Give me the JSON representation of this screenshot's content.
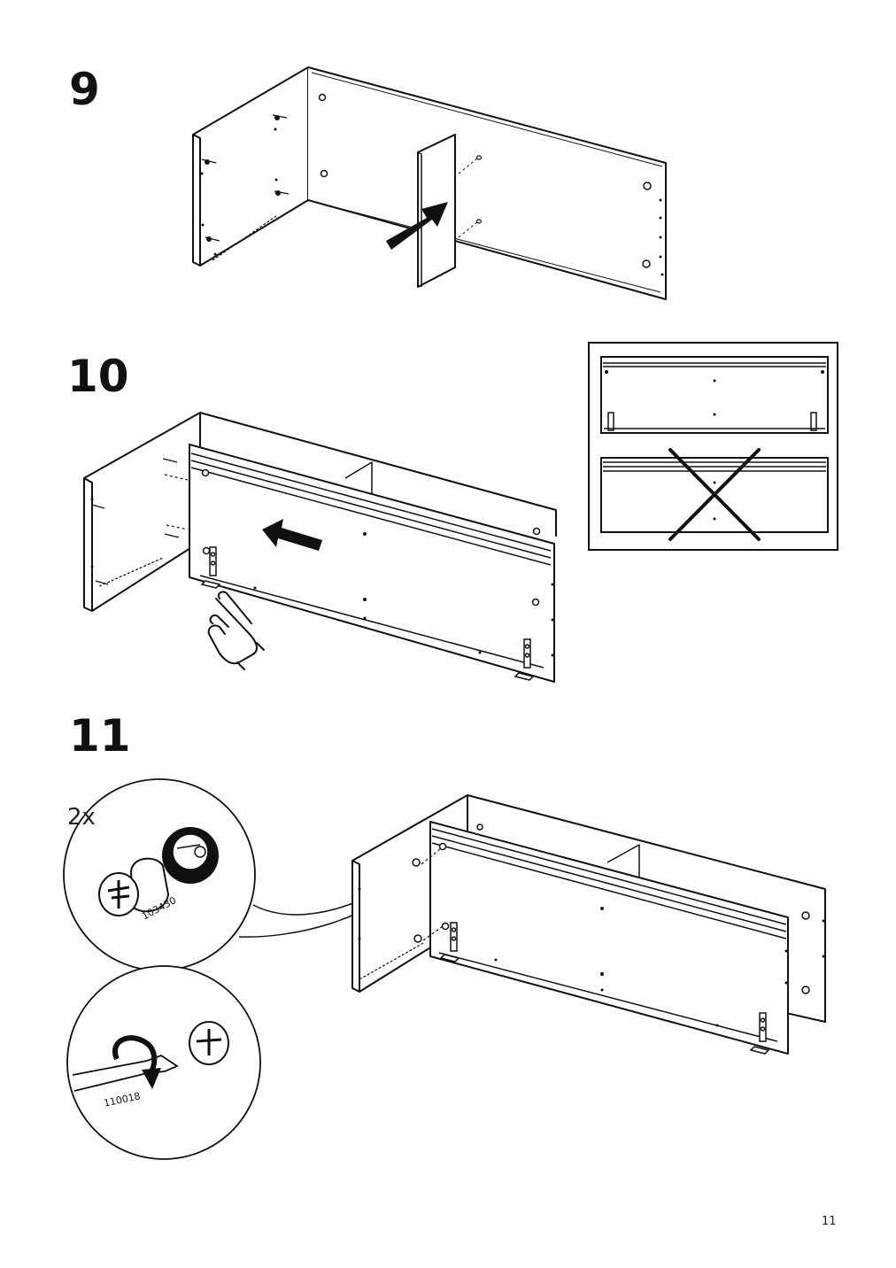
{
  "steps": [
    {
      "number": "9"
    },
    {
      "number": "10"
    },
    {
      "number": "11"
    }
  ],
  "step11": {
    "quantity": "2x",
    "part_cam_lock": "103430",
    "part_screwdriver": "110018"
  },
  "step10_inset": {
    "correct_icon": "correct-orientation-panel",
    "wrong_icon": "wrong-orientation-cross-icon"
  },
  "page_number": "11"
}
